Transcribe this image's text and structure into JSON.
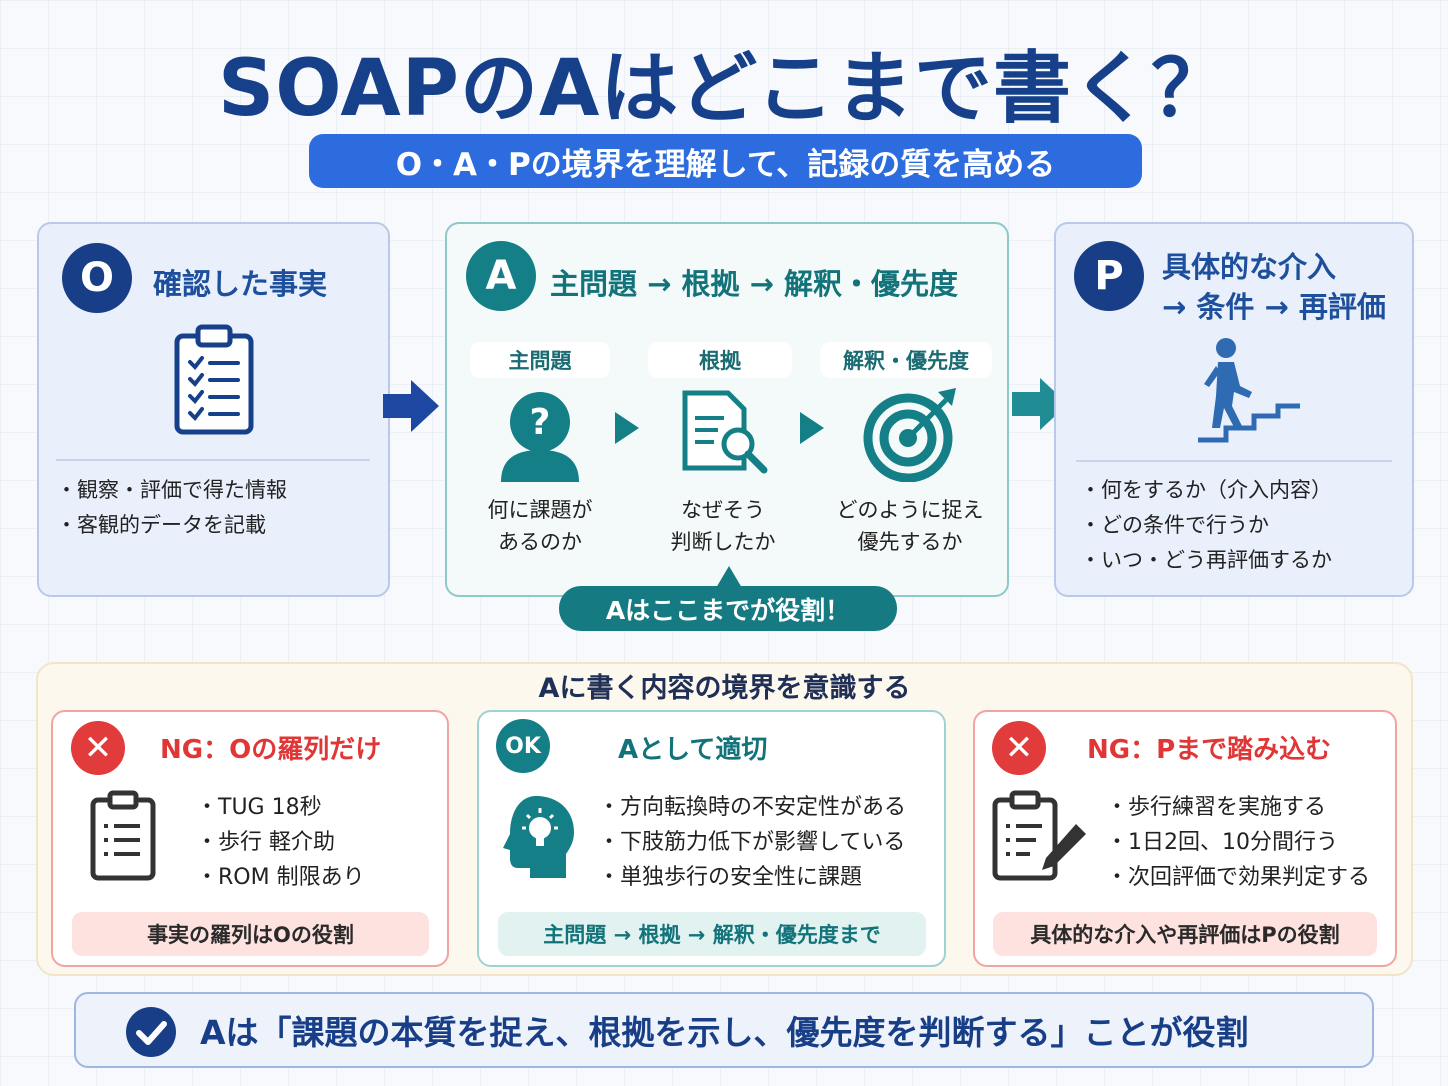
{
  "header": {
    "title": "SOAPのAはどこまで書く？",
    "subtitle": "O・A・Pの境界を理解して、記録の質を高める"
  },
  "card_o": {
    "badge": "O",
    "heading": "確認した事実",
    "icon": "clipboard-checklist-icon",
    "bullets": [
      "観察・評価で得た情報",
      "客観的データを記載"
    ]
  },
  "card_a": {
    "badge": "A",
    "heading": "主問題 → 根拠 → 解釈・優先度",
    "steps": [
      {
        "label": "主問題",
        "caption_line1": "何に課題が",
        "caption_line2": "あるのか",
        "icon": "question-head-icon"
      },
      {
        "label": "根拠",
        "caption_line1": "なぜそう",
        "caption_line2": "判断したか",
        "icon": "document-search-icon"
      },
      {
        "label": "解釈・優先度",
        "caption_line1": "どのように捉え",
        "caption_line2": "優先するか",
        "icon": "target-icon"
      }
    ],
    "callout": "Aはここまでが役割！"
  },
  "card_p": {
    "badge": "P",
    "heading_line1": "具体的な介入",
    "heading_line2": "→ 条件 → 再評価",
    "icon": "walking-stairs-icon",
    "bullets": [
      "何をするか（介入内容）",
      "どの条件で行うか",
      "いつ・どう再評価するか"
    ]
  },
  "boundary": {
    "title": "Aに書く内容の境界を意識する",
    "ng_left": {
      "badge": "✕",
      "heading": "NG：Oの羅列だけ",
      "items": [
        "TUG 18秒",
        "歩行 軽介助",
        "ROM 制限あり"
      ],
      "footer": "事実の羅列はOの役割"
    },
    "ok_center": {
      "badge": "OK",
      "heading": "Aとして適切",
      "items": [
        "方向転換時の不安定性がある",
        "下肢筋力低下が影響している",
        "単独歩行の安全性に課題"
      ],
      "footer": "主問題 → 根拠 → 解釈・優先度まで"
    },
    "ng_right": {
      "badge": "✕",
      "heading": "NG：Pまで踏み込む",
      "items": [
        "歩行練習を実施する",
        "1日2回、10分間行う",
        "次回評価で効果判定する"
      ],
      "footer": "具体的な介入や再評価はPの役割"
    }
  },
  "conclusion": {
    "text": "Aは「課題の本質を捉え、根拠を示し、優先度を判断する」ことが役割"
  },
  "colors": {
    "navy": "#173e86",
    "blue": "#2d6cdf",
    "teal": "#147f86",
    "red": "#e23b3b"
  }
}
